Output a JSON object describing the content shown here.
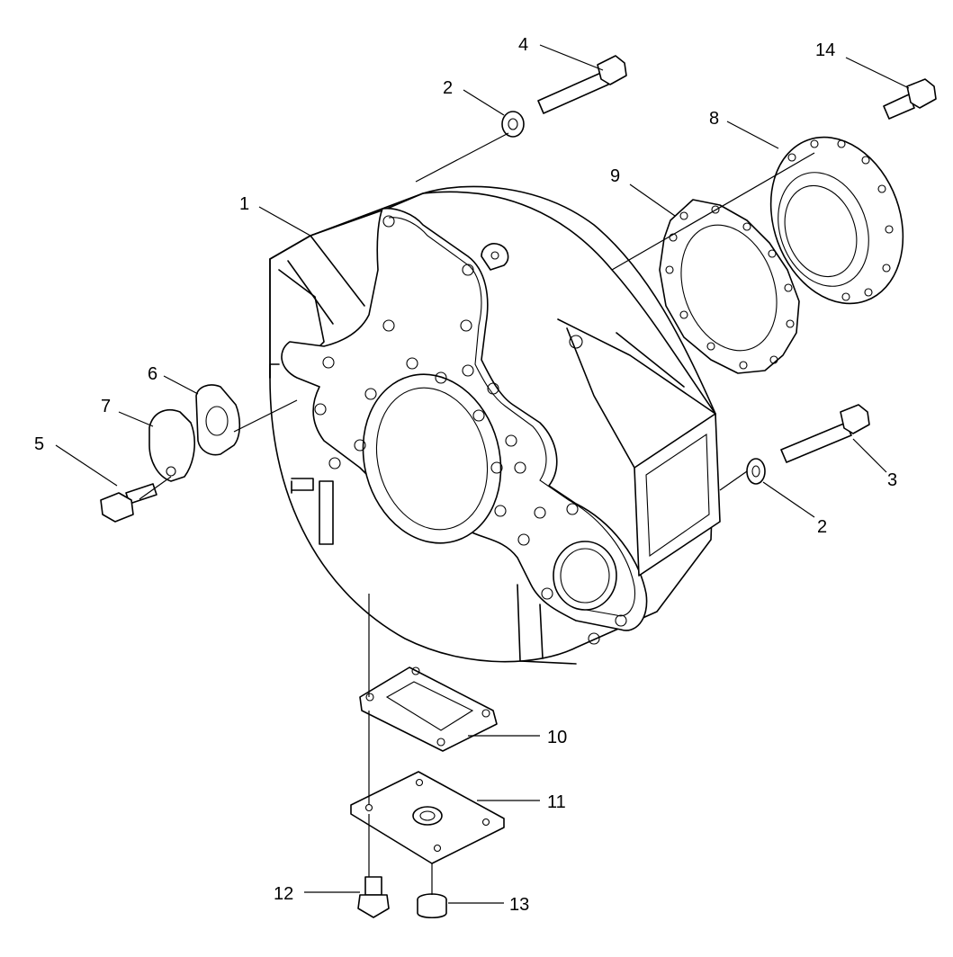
{
  "diagram": {
    "callouts": [
      {
        "id": "c1",
        "label": "1"
      },
      {
        "id": "c2a",
        "label": "2"
      },
      {
        "id": "c2b",
        "label": "2"
      },
      {
        "id": "c3",
        "label": "3"
      },
      {
        "id": "c4",
        "label": "4"
      },
      {
        "id": "c5",
        "label": "5"
      },
      {
        "id": "c6",
        "label": "6"
      },
      {
        "id": "c7",
        "label": "7"
      },
      {
        "id": "c8",
        "label": "8"
      },
      {
        "id": "c9",
        "label": "9"
      },
      {
        "id": "c10",
        "label": "10"
      },
      {
        "id": "c11",
        "label": "11"
      },
      {
        "id": "c12",
        "label": "12"
      },
      {
        "id": "c13",
        "label": "13"
      },
      {
        "id": "c14",
        "label": "14"
      }
    ]
  }
}
